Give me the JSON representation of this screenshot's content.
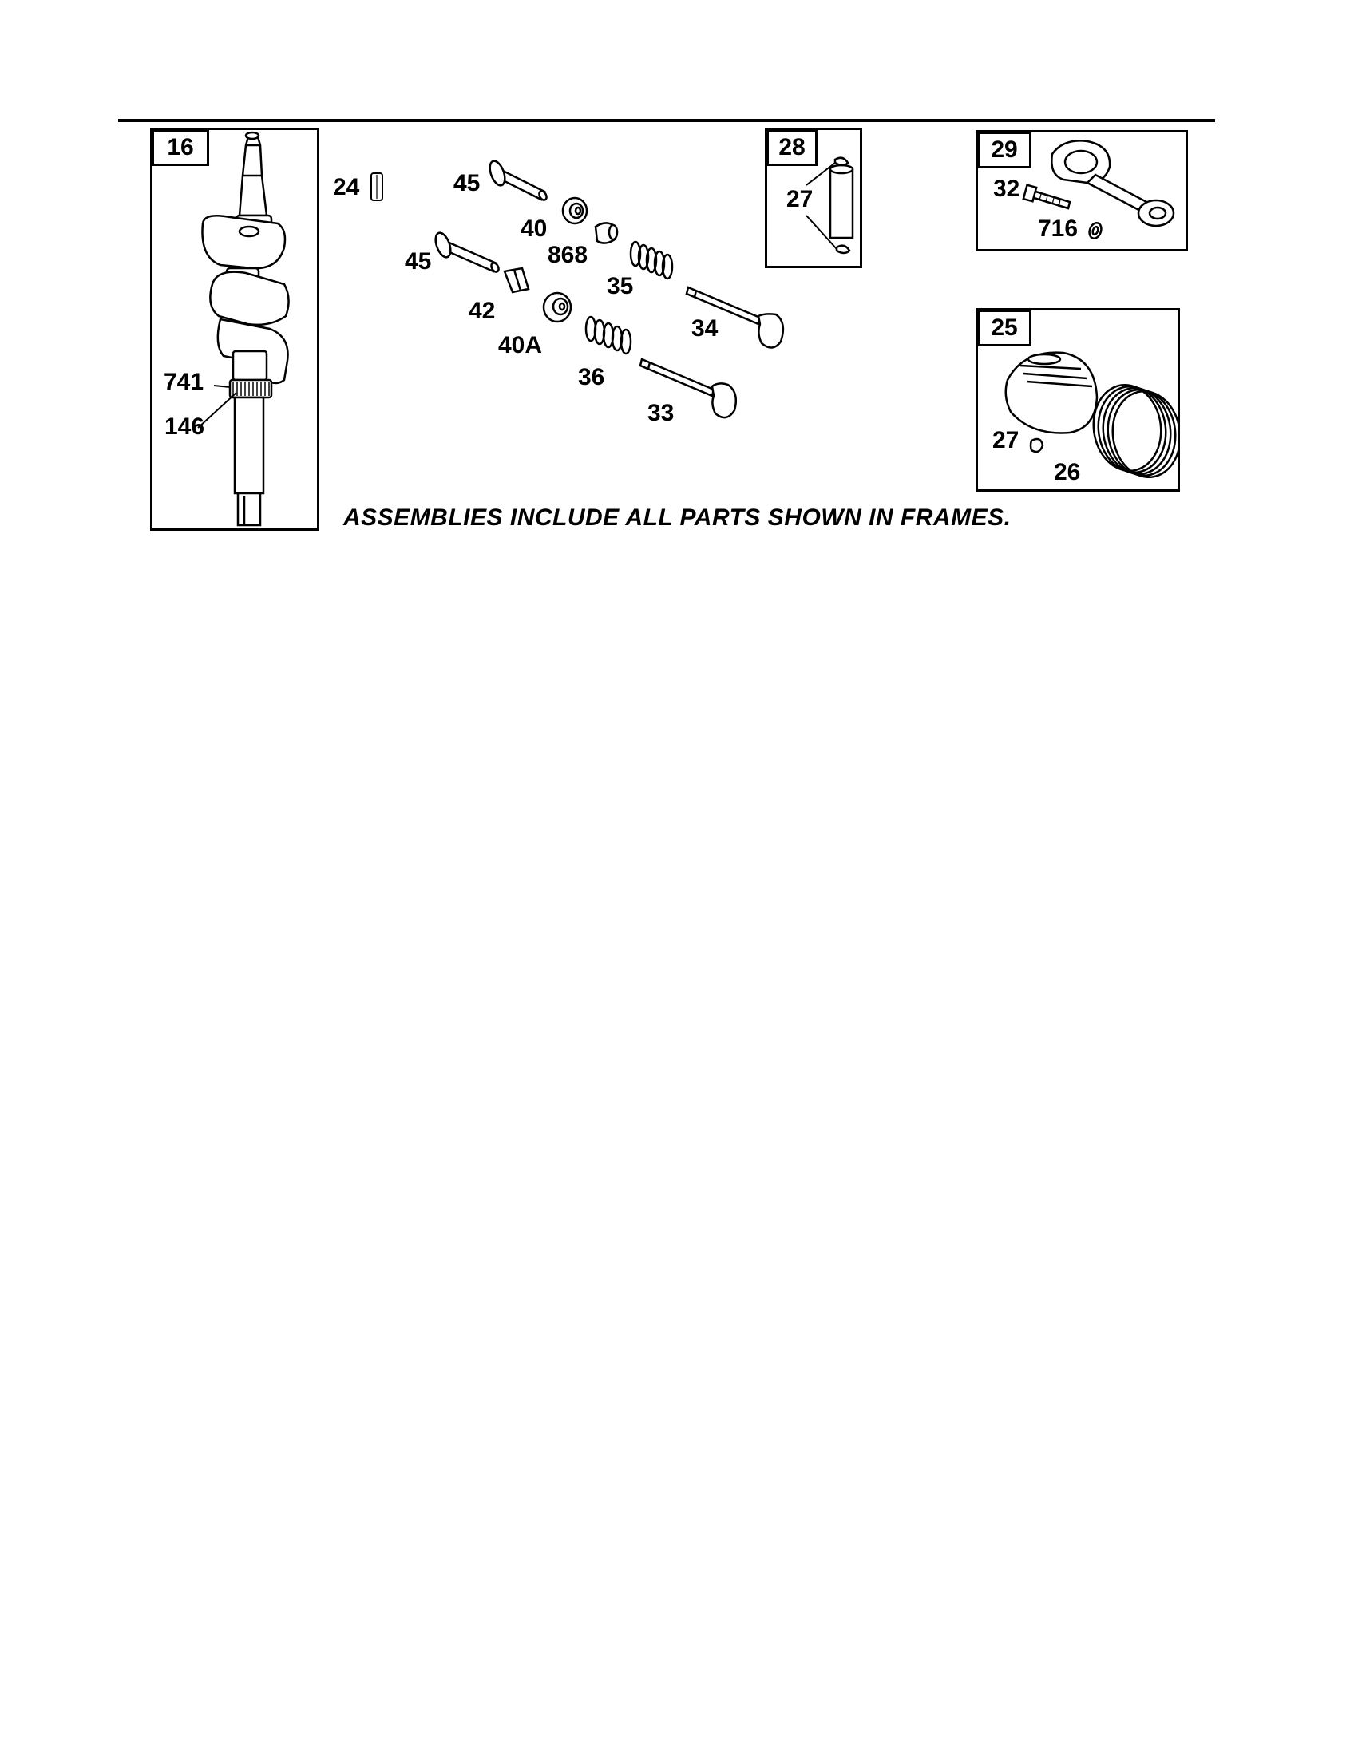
{
  "caption": "ASSEMBLIES INCLUDE ALL PARTS SHOWN IN FRAMES.",
  "frames": {
    "crankshaft": "16",
    "piston_pin": "28",
    "connecting_rod": "29",
    "piston": "25"
  },
  "labels": {
    "key": "24",
    "tappet_upper": "45",
    "tappet_lower": "45",
    "retainer": "40",
    "valve_seal": "868",
    "keeper": "42",
    "retainer_a": "40A",
    "spring_exhaust": "35",
    "spring_intake": "36",
    "exhaust_valve": "34",
    "intake_valve": "33",
    "gear": "741",
    "crank_gear_pin": "146",
    "pin_lock": "27",
    "rod_bolt": "32",
    "rod_washer": "716",
    "ring_lock": "27",
    "ring_set": "26"
  }
}
